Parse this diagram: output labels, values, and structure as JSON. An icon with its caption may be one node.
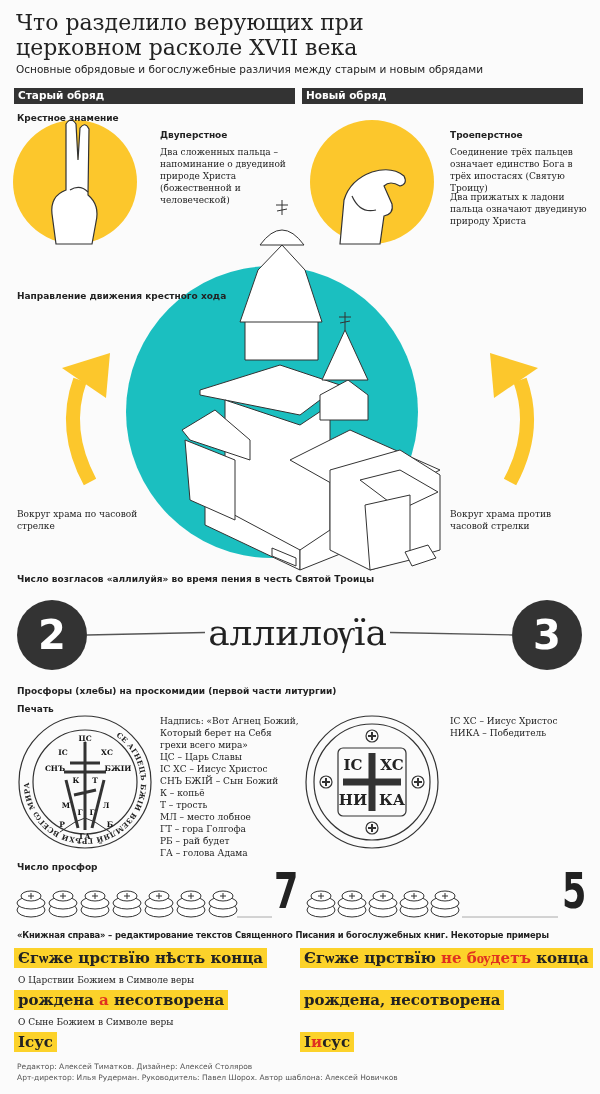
{
  "diagram": {
    "title": "Что разделило верующих при церковном расколе XVII века",
    "nodes": [
      {
        "text": [
          "Старый обряд"
        ]
      },
      {
        "text": [
          "Новый обряд"
        ]
      },
      {
        "text": [
          "2"
        ]
      },
      {
        "text": [
          "аллилѹїа"
        ]
      },
      {
        "text": [
          "3"
        ]
      }
    ],
    "edges": [
      {
        "from": 2,
        "to": 3,
        "arrow": "none"
      },
      {
        "from": 4,
        "to": 3,
        "arrow": "none"
      }
    ],
    "labels": [
      "Основные обрядовые и богослужебные различия между старым и новым обрядами",
      "Крестное знамение",
      "Двуперстное",
      "Два сложенных пальца – напоминание о двуединой природе Христа (божественной и человеческой)",
      "Троеперстное",
      "Соединение трёх пальцев означает единство Бога в трёх ипостасях (Святую Троицу)",
      "Два прижатых к ладони пальца означают двуединую природу Христа",
      "Направление движения крестного хода",
      "Вокруг храма по часовой стрелке",
      "Вокруг храма против часовой стрелки",
      "Число возгласов «аллилуйя» во время пения в честь Святой Троицы",
      "Просфоры (хлебы) на проскомидии (первой части литургии)",
      "Печать",
      "СЕ АГНЕЦЪ БЖІИ ВЗЕМЛЯЙ ГРѢХИ ВСЕГѠ МИРА",
      "ЦС",
      "ІС",
      "ХС",
      "СНЪ",
      "БЖІИ",
      "К",
      "Т",
      "М",
      "Л",
      "Р",
      "Г",
      "Г",
      "Б",
      "ГА",
      "Надпись: «Вот Агнец Божий, Который берет на Себя грехи всего мира»",
      "ЦС – Царь Славы",
      "ІС ХС – Иисус Христос",
      "СНЪ БЖІЙ – Сын Божий",
      "К – копьё",
      "Т – трость",
      "МЛ – место лобное",
      "ГТ – гора Голгофа",
      "РБ – рай будет",
      "ГА – голова Адама",
      "ІС",
      "ХС",
      "НИ",
      "КА",
      "ІС ХС – Иисус Христос",
      "НИКА – Победитель",
      "Число просфор",
      "7",
      "5",
      "«Книжная справа» – редактирование текстов Священного Писания и богослужебных книг. Некоторые примеры",
      "Єгѡже црствїю нѣсть конца",
      "Єгѡже црствїю **не бѹдетъ** конца",
      "О Царствии Божием в Символе веры",
      "рождена **а** несотворена",
      "рождена, несотворена",
      "О Сыне Божием в Символе веры",
      "Ісус",
      "І**и**сус",
      "Редактор: Алексей Тиматков. Дизайнер: Алексей Столяров",
      "Арт-директор: Илья Рудерман. Руководитель: Павел Шорох. Автор шаблона: Алексей Новичков"
    ]
  }
}
